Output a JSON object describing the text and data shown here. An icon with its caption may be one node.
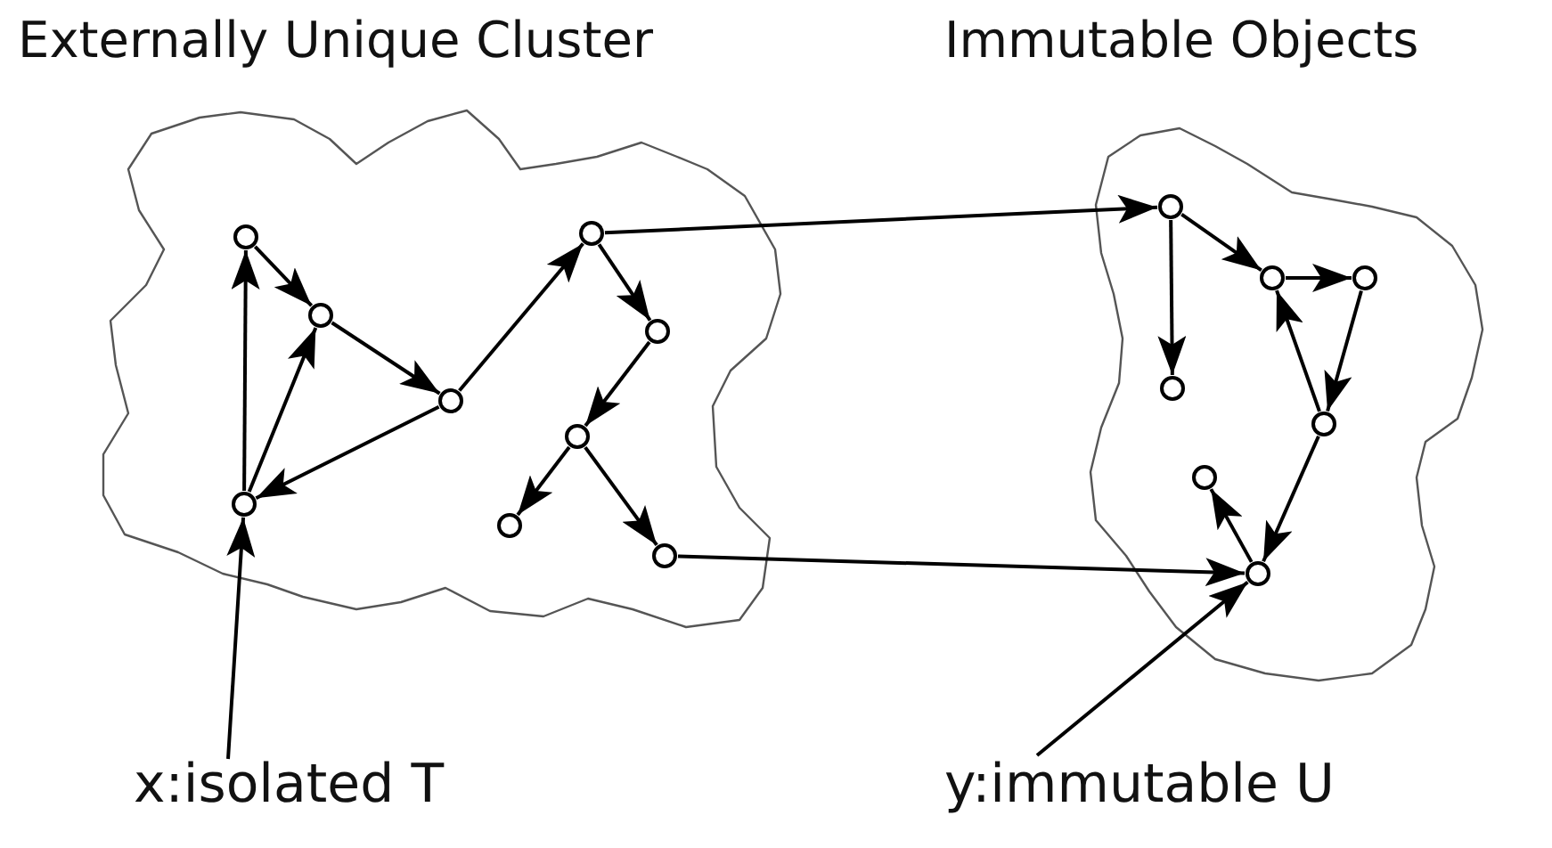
{
  "diagram": {
    "nodes": [
      {
        "text": [
          "Externally Unique Cluster"
        ]
      },
      {
        "text": [],
        "shape": "circle",
        "in": 0
      },
      {
        "text": [],
        "shape": "circle",
        "in": 0
      },
      {
        "text": [],
        "shape": "circle",
        "in": 0
      },
      {
        "text": [],
        "shape": "circle",
        "in": 0
      },
      {
        "text": [],
        "shape": "circle",
        "in": 0
      },
      {
        "text": [],
        "shape": "circle",
        "in": 0
      },
      {
        "text": [],
        "shape": "circle",
        "in": 0
      },
      {
        "text": [],
        "shape": "circle",
        "in": 0
      },
      {
        "text": [],
        "shape": "circle",
        "in": 0
      },
      {
        "text": [
          "Immutable Objects"
        ]
      },
      {
        "text": [],
        "shape": "circle",
        "in": 10
      },
      {
        "text": [],
        "shape": "circle",
        "in": 10
      },
      {
        "text": [],
        "shape": "circle",
        "in": 10
      },
      {
        "text": [],
        "shape": "circle",
        "in": 10
      },
      {
        "text": [],
        "shape": "circle",
        "in": 10
      },
      {
        "text": [],
        "shape": "circle",
        "in": 10
      },
      {
        "text": [],
        "shape": "circle",
        "in": 10
      },
      {
        "text": [
          "x:isolated T"
        ]
      },
      {
        "text": [
          "y:immutable U"
        ]
      }
    ],
    "edges": [
      {
        "from": 1,
        "to": 2,
        "arrow": "to"
      },
      {
        "from": 2,
        "to": 3,
        "arrow": "to"
      },
      {
        "from": 3,
        "to": 4,
        "arrow": "to"
      },
      {
        "from": 4,
        "to": 1,
        "arrow": "to"
      },
      {
        "from": 4,
        "to": 2,
        "arrow": "to"
      },
      {
        "from": 3,
        "to": 5,
        "arrow": "to"
      },
      {
        "from": 5,
        "to": 6,
        "arrow": "to"
      },
      {
        "from": 6,
        "to": 7,
        "arrow": "to"
      },
      {
        "from": 7,
        "to": 8,
        "arrow": "to"
      },
      {
        "from": 7,
        "to": 9,
        "arrow": "to"
      },
      {
        "from": 5,
        "to": 11,
        "arrow": "to"
      },
      {
        "from": 9,
        "to": 17,
        "arrow": "to"
      },
      {
        "from": 11,
        "to": 12,
        "arrow": "to"
      },
      {
        "from": 12,
        "to": 13,
        "arrow": "to"
      },
      {
        "from": 11,
        "to": 14,
        "arrow": "to"
      },
      {
        "from": 13,
        "to": 15,
        "arrow": "to"
      },
      {
        "from": 15,
        "to": 12,
        "arrow": "to"
      },
      {
        "from": 15,
        "to": 17,
        "arrow": "to"
      },
      {
        "from": 17,
        "to": 16,
        "arrow": "to"
      },
      {
        "from": 18,
        "to": 4,
        "arrow": "to"
      },
      {
        "from": 19,
        "to": 17,
        "arrow": "to"
      }
    ]
  }
}
